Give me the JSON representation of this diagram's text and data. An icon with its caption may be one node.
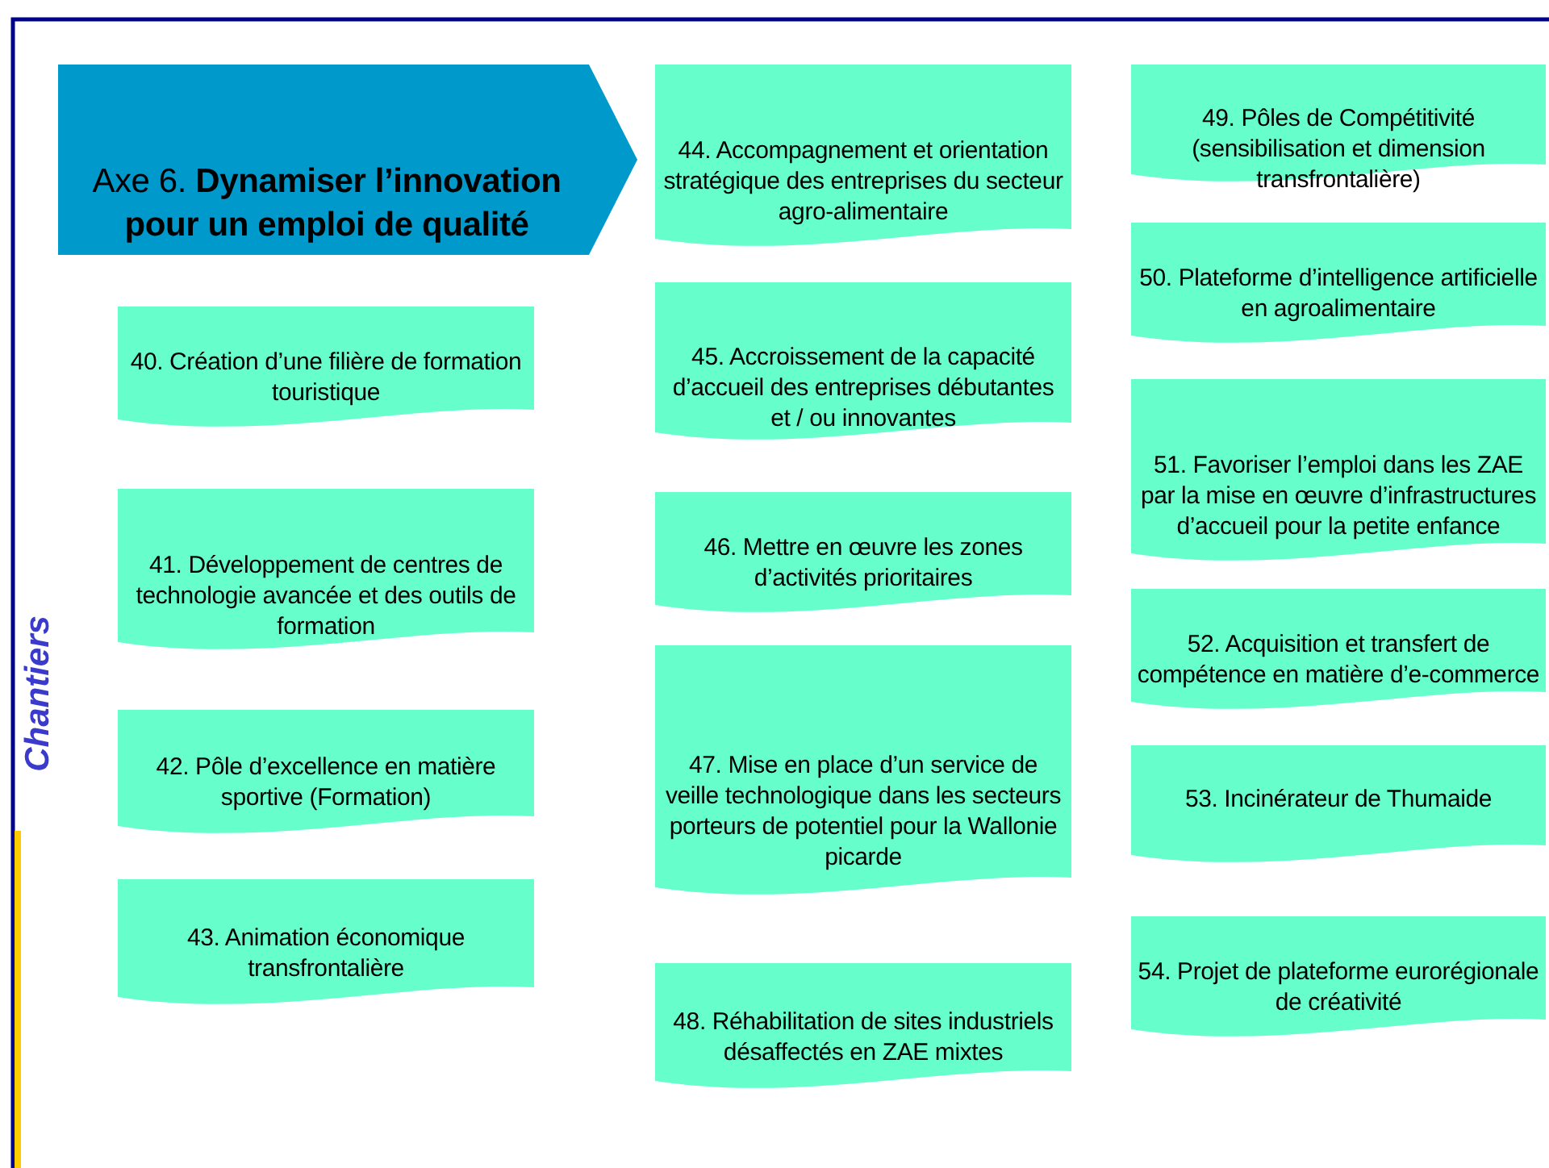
{
  "diagram": {
    "nodes": [
      {
        "text": [
          "Axe 6. **Dynamiser l’innovation pour un emploi de qualité**"
        ]
      },
      {
        "text": [
          "40. Création d’une filière de formation touristique"
        ]
      },
      {
        "text": [
          "41. Développement de centres de technologie avancée et des outils de formation"
        ]
      },
      {
        "text": [
          "42. Pôle d’excellence en matière sportive (Formation)"
        ]
      },
      {
        "text": [
          "43. Animation économique transfrontalière"
        ]
      },
      {
        "text": [
          "44. Accompagnement et orientation stratégique des entreprises du secteur agro-alimentaire"
        ]
      },
      {
        "text": [
          "45. Accroissement de la capacité d’accueil des entreprises débutantes et / ou innovantes"
        ]
      },
      {
        "text": [
          "46. Mettre en œuvre les zones d’activités prioritaires"
        ]
      },
      {
        "text": [
          "47. Mise en place d’un service de veille technologique dans les secteurs porteurs de potentiel pour la Wallonie picarde"
        ]
      },
      {
        "text": [
          "48. Réhabilitation de sites industriels désaffectés en ZAE mixtes"
        ]
      },
      {
        "text": [
          "49. Pôles de Compétitivité (sensibilisation et dimension transfrontalière)"
        ]
      },
      {
        "text": [
          "50. Plateforme d’intelligence artificielle en agroalimentaire"
        ]
      },
      {
        "text": [
          "51. Favoriser l’emploi dans les ZAE par la mise en œuvre d’infrastructures d’accueil pour la petite enfance"
        ]
      },
      {
        "text": [
          "52. Acquisition et transfert de compétence en matière d’e-commerce"
        ]
      },
      {
        "text": [
          "53. Incinérateur de Thumaide"
        ]
      },
      {
        "text": [
          "54. Projet de plateforme eurorégionale de créativité"
        ]
      }
    ],
    "labels": [
      "Chantiers"
    ]
  }
}
